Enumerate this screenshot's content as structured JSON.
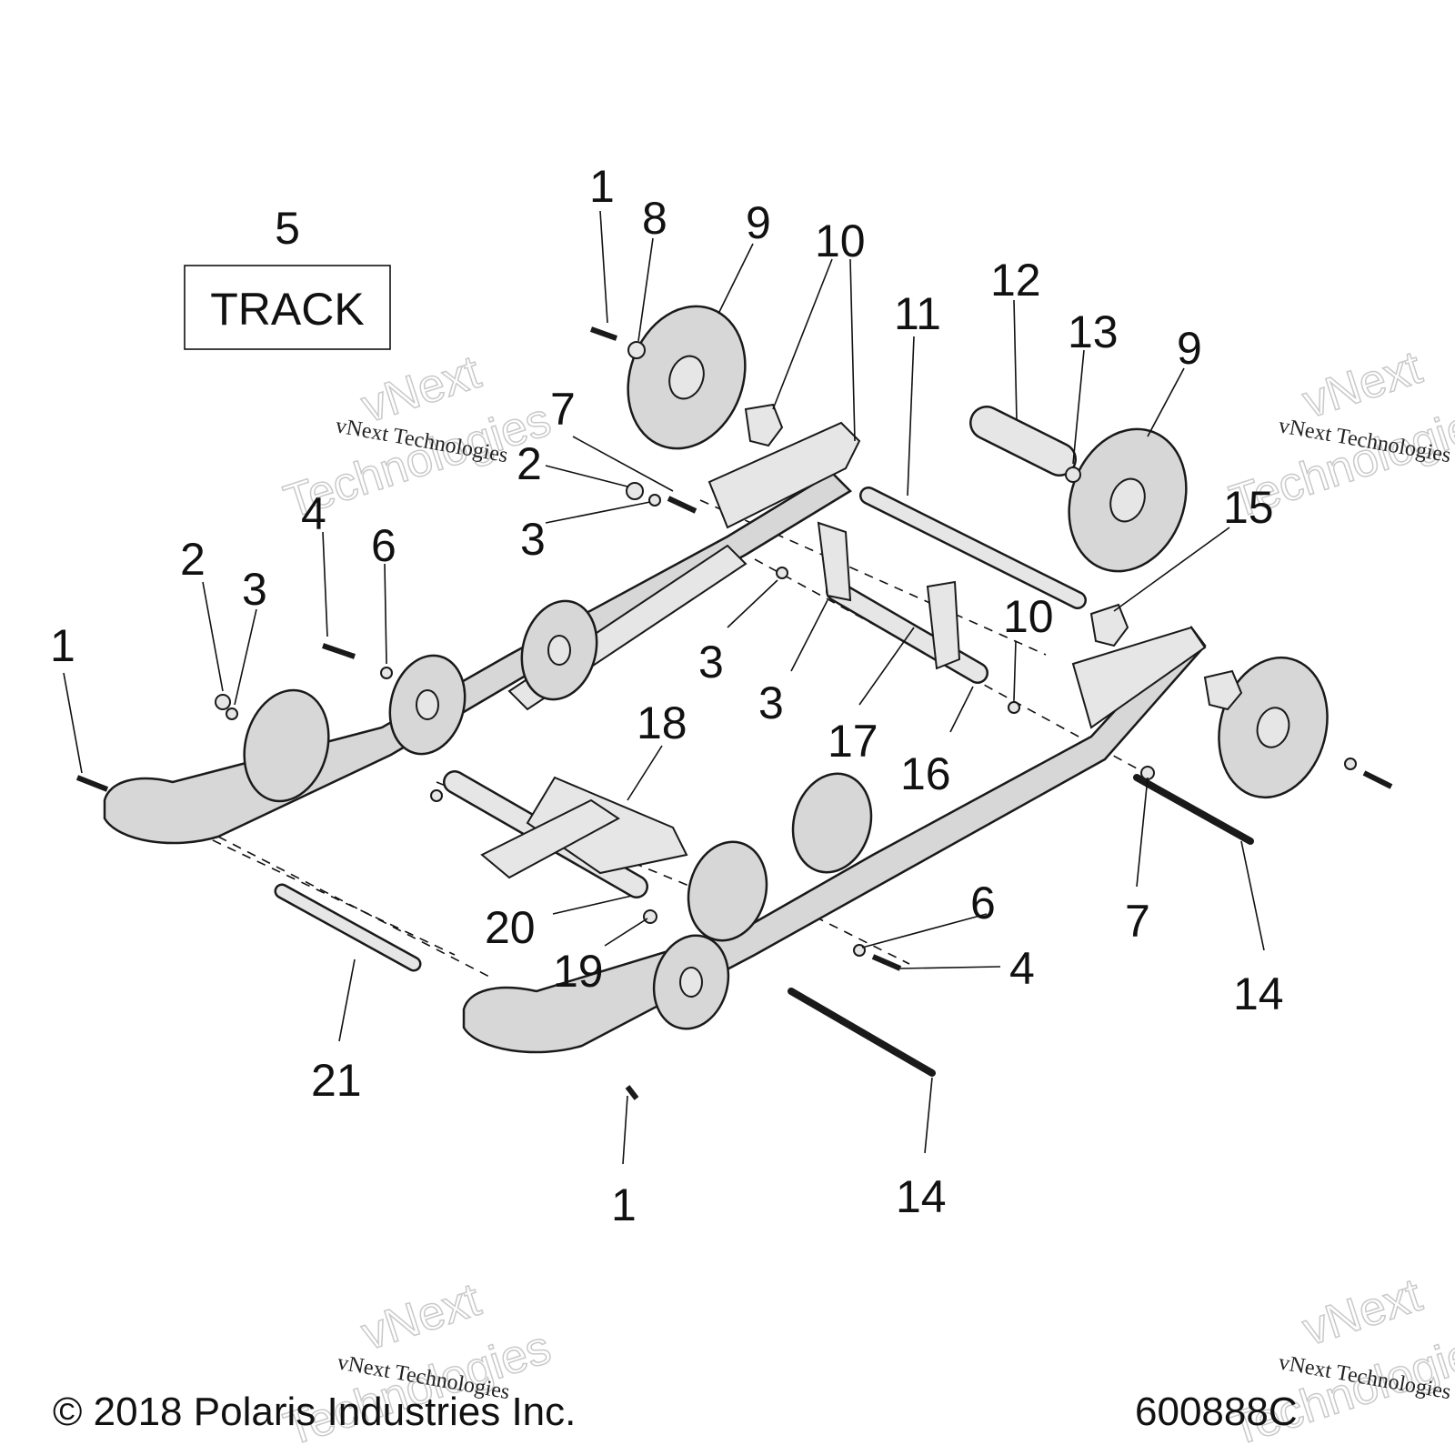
{
  "title_box": {
    "label": "TRACK",
    "callout": "5"
  },
  "callouts": [
    "1",
    "8",
    "9",
    "10",
    "11",
    "12",
    "13",
    "9",
    "7",
    "2",
    "3",
    "4",
    "6",
    "2",
    "3",
    "1",
    "3",
    "3",
    "17",
    "16",
    "15",
    "10",
    "18",
    "20",
    "19",
    "6",
    "4",
    "7",
    "14",
    "21",
    "1",
    "14"
  ],
  "watermark": {
    "text": "vNext Technologies",
    "big_top": "vNext",
    "big_bottom": "Technologies"
  },
  "footer": {
    "copyright": "© 2018 Polaris Industries Inc.",
    "diagram_number": "600888C"
  }
}
